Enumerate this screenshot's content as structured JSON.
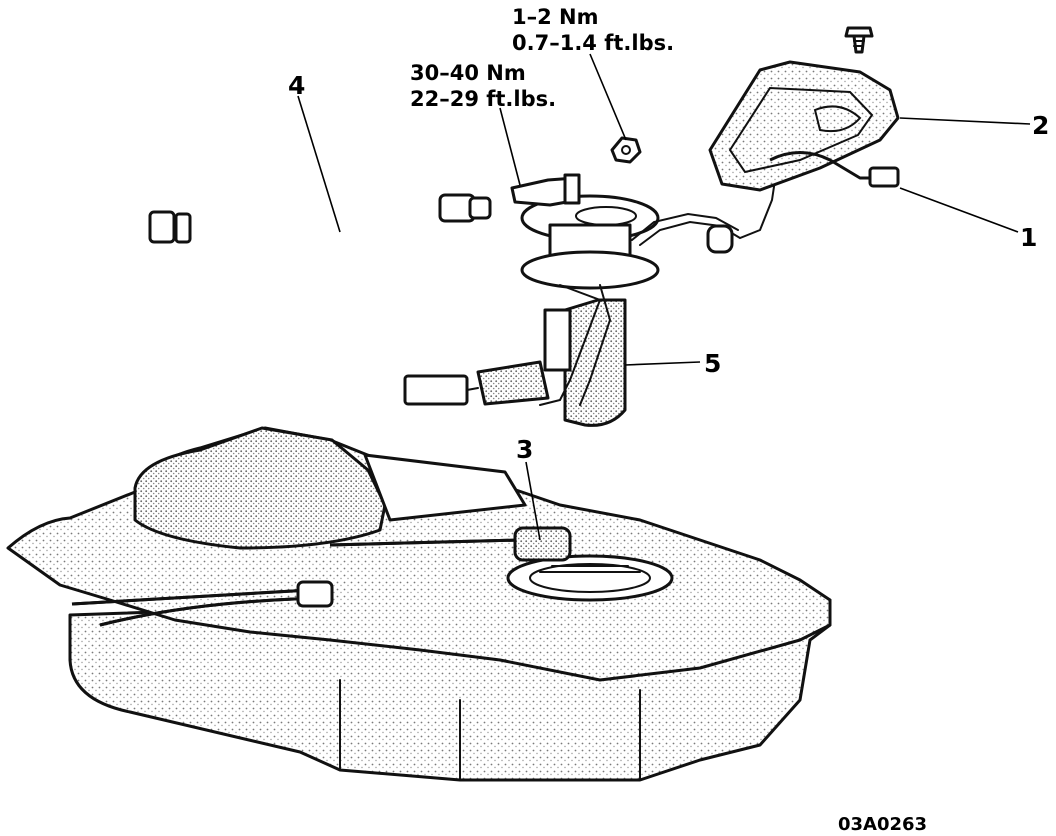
{
  "torque_labels": {
    "sender_screw": {
      "line1": "1–2  Nm",
      "line2": "0.7–1.4  ft.lbs."
    },
    "fuel_hose": {
      "line1": "30–40  Nm",
      "line2": "22–29  ft.lbs."
    }
  },
  "callouts": [
    {
      "number": "1"
    },
    {
      "number": "2"
    },
    {
      "number": "3"
    },
    {
      "number": "4"
    },
    {
      "number": "5"
    }
  ],
  "figure_code": "03A0263",
  "colors": {
    "ink": "#111111",
    "background": "#ffffff",
    "stipple": "#8a8a8a"
  }
}
